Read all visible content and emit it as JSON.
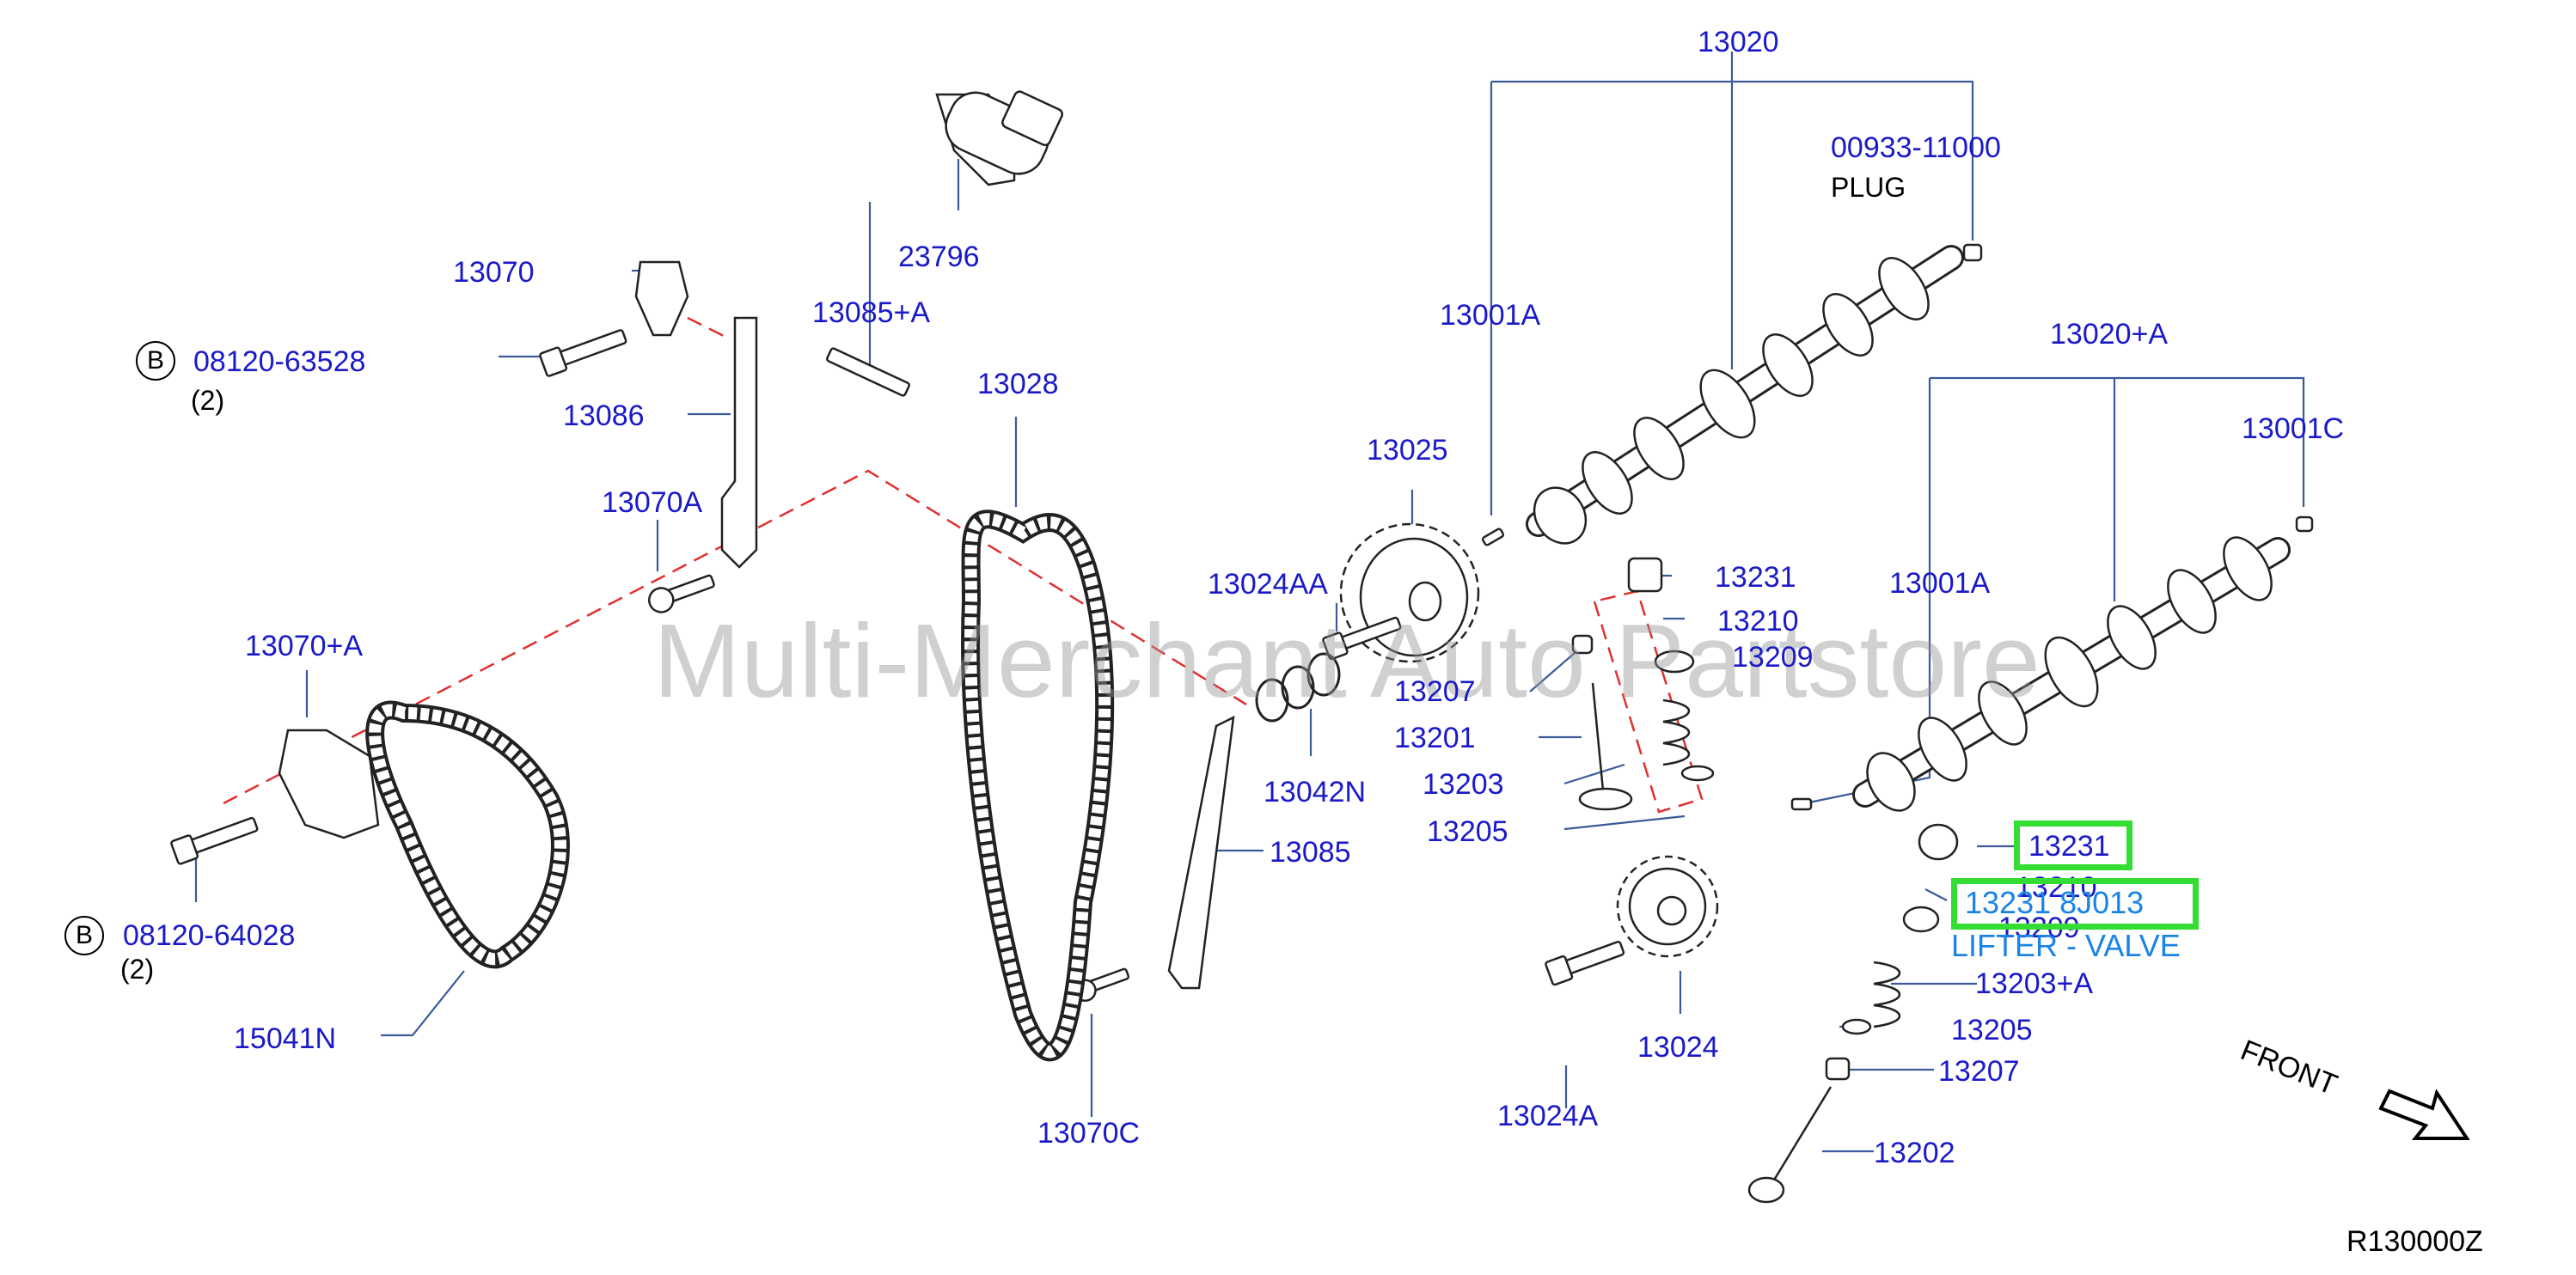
{
  "watermark": "Multi-Merchant Auto Partstore",
  "reference_code": "R130000Z",
  "front_label": "FRONT",
  "bolt_marker": "B",
  "colors": {
    "label": "#1a1ac8",
    "note": "#1a84e6",
    "highlight": "#33dd33",
    "dashed": "#e03030",
    "leader": "#3a5a9a"
  },
  "highlight": {
    "part_number": "13231",
    "part_code": "13231 8J013",
    "description": "LIFTER - VALVE"
  },
  "labels": {
    "p13020": "13020",
    "p00933": "00933-11000",
    "plug": "PLUG",
    "p23796": "23796",
    "p13070": "13070",
    "p13085a": "13085+A",
    "p08120_63528": "08120-63528",
    "qty1": "(2)",
    "p13086": "13086",
    "p13028": "13028",
    "p13001a_top": "13001A",
    "p13020a": "13020+A",
    "p13001c": "13001C",
    "p13025": "13025",
    "p13070a": "13070A",
    "p13024aa": "13024AA",
    "p13231_top": "13231",
    "p13001a_right": "13001A",
    "p13210_top": "13210",
    "p13070pa": "13070+A",
    "p13209_top": "13209",
    "p13207_top": "13207",
    "p13201": "13201",
    "p13203": "13203",
    "p13042n": "13042N",
    "p13205_top": "13205",
    "p13085": "13085",
    "p13210_bot": "13210",
    "p13209_bot": "13209",
    "p08120_64028": "08120-64028",
    "qty2": "(2)",
    "p13203a": "13203+A",
    "p15041n": "15041N",
    "p13205_bot": "13205",
    "p13024": "13024",
    "p13207_bot": "13207",
    "p13070c": "13070C",
    "p13024a": "13024A",
    "p13202": "13202"
  }
}
